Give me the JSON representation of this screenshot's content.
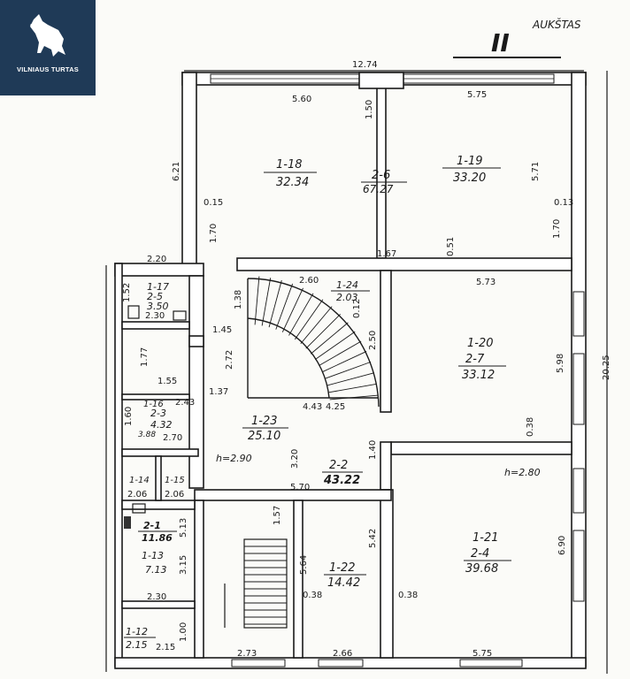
{
  "logo": {
    "text": "VILNIAUS TURTAS",
    "icon": "lion-icon"
  },
  "header": {
    "marker": "II",
    "floor_text": "AUKŠTAS"
  },
  "dimensions": {
    "top_width": "12.74",
    "right_height": "20.25",
    "left_height": "6.21",
    "stair_left_width": "2.20",
    "room_1_18_width": "5.60",
    "room_1_19_width": "5.75",
    "room_1_18_upper": "1.50",
    "room_1_18_left": "0.15",
    "room_1_18_bottom_left": "1.70",
    "room_1_19_right": "0.13",
    "room_1_19_height": "5.71",
    "room_1_19_bottom_right": "1.70",
    "mid_door": "1.67",
    "mid_door_2": "0.51",
    "stair_width": "2.60",
    "wc_height": "1.52",
    "wc_width": "2.30",
    "corr_height": "1.38",
    "corr_1": "1.45",
    "corr_2": "2.72",
    "corr_3": "1.37",
    "closet_h": "1.77",
    "closet_w": "1.55",
    "room_1_16_h": "1.60",
    "room_1_16_w": "2.43",
    "room_1_16_w2": "2.70",
    "stair_bottom": "4.43",
    "stair_bottom_2": "4.25",
    "stair_right": "2.50",
    "stair_right_2": "0.12",
    "room_1_20_width": "5.73",
    "room_1_20_height": "5.98",
    "room_1_20_corner": "0.38",
    "hall_h": "h=2.90",
    "hall_mid": "3.20",
    "hall_right": "1.40",
    "hall_bottom": "5.70",
    "room_1_21_h": "h=2.80",
    "room_1_21_height": "6.90",
    "room_1_21_left": "0.38",
    "room_1_21_width": "5.75",
    "wc_1_14_w": "2.06",
    "wc_1_15_w": "2.06",
    "kitchen_h": "5.13",
    "kitchen_h2": "3.15",
    "kitchen_w": "2.30",
    "room_1_22_top": "1.57",
    "room_1_22_h": "5.64",
    "room_1_22_h2": "5.42",
    "room_1_22_left": "0.38",
    "room_1_22_w": "2.66",
    "stair2_w": "2.73",
    "room_1_12_w": "2.15",
    "room_1_12_h": "1.00"
  },
  "rooms": [
    {
      "id": "1-18",
      "area": "32.34"
    },
    {
      "id": "2-6",
      "area": "67.27"
    },
    {
      "id": "1-19",
      "area": "33.20"
    },
    {
      "id": "1-17",
      "sub": "2-5",
      "area": "3.50"
    },
    {
      "id": "1-24",
      "area": "2.03"
    },
    {
      "id": "1-20",
      "sub": "2-7",
      "area": "33.12"
    },
    {
      "id": "1-16",
      "sub": "2-3",
      "area": "4.32",
      "area2": "3.88"
    },
    {
      "id": "1-23",
      "area": "25.10"
    },
    {
      "id": "2-2",
      "area": "43.22"
    },
    {
      "id": "1-14",
      "area": ""
    },
    {
      "id": "1-15",
      "area": ""
    },
    {
      "id": "2-1",
      "area": "11.86"
    },
    {
      "id": "1-13",
      "area": "7.13"
    },
    {
      "id": "1-21",
      "sub": "2-4",
      "area": "39.68"
    },
    {
      "id": "1-22",
      "area": "14.42"
    },
    {
      "id": "1-12",
      "area": "2.15"
    }
  ]
}
